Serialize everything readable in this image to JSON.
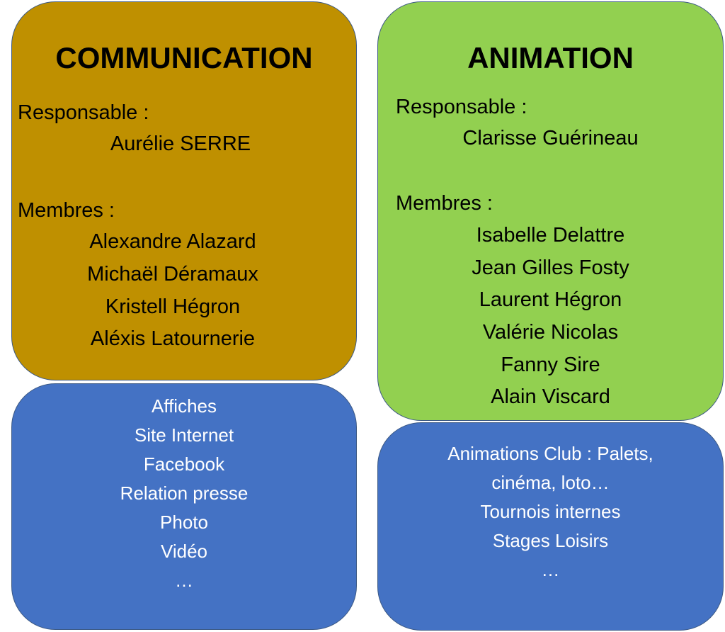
{
  "communication": {
    "title": "COMMUNICATION",
    "responsable_label": "Responsable :",
    "responsable": "Aurélie SERRE",
    "membres_label": "Membres :",
    "membres": [
      "Alexandre Alazard",
      "Michaël Déramaux",
      "Kristell Hégron",
      "Aléxis Latournerie"
    ],
    "activities": [
      "Affiches",
      "Site Internet",
      "Facebook",
      "Relation presse",
      "Photo",
      "Vidéo",
      "…"
    ]
  },
  "animation": {
    "title": "ANIMATION",
    "responsable_label": "Responsable :",
    "responsable": "Clarisse Guérineau",
    "membres_label": "Membres :",
    "membres": [
      "Isabelle Delattre",
      "Jean Gilles Fosty",
      "Laurent Hégron",
      "Valérie Nicolas",
      "Fanny Sire",
      "Alain Viscard"
    ],
    "activities": [
      "Animations Club : Palets,",
      "cinéma, loto…",
      "Tournois internes",
      "Stages Loisirs",
      "…"
    ]
  },
  "colors": {
    "communication": "#bf9000",
    "animation": "#92d050",
    "activities": "#4472c4"
  }
}
